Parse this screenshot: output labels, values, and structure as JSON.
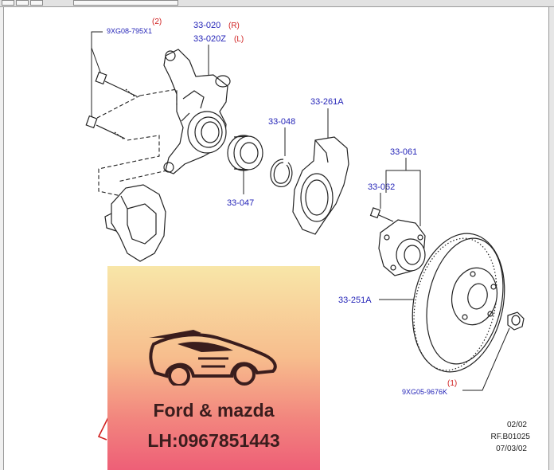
{
  "diagram": {
    "part_labels": {
      "bolt_code": "9XG08-795X1",
      "bolt_qty": "(2)",
      "knuckle_r": "33-020",
      "knuckle_r_side": "(R)",
      "knuckle_l": "33-020Z",
      "knuckle_l_side": "(L)",
      "bearing": "33-047",
      "snap_ring": "33-048",
      "dust_shield": "33-261A",
      "hub_assy": "33-061",
      "hub_bolt": "33-062",
      "disc": "33-251A",
      "nut_code": "9XG05-9676K",
      "nut_qty": "(1)"
    },
    "footer": {
      "page": "02/02",
      "ref": "RF.B01025",
      "date": "07/03/02"
    }
  },
  "ad": {
    "line1": "Ford & mazda",
    "line2": "LH:0967851443",
    "logo_icon": "sports-car-icon",
    "colors": {
      "top": "#f8e6a8",
      "bottom": "#ee5f77",
      "text": "#3a1d1d"
    }
  },
  "colors": {
    "label_blue": "#2525b8",
    "label_red": "#d02020"
  }
}
